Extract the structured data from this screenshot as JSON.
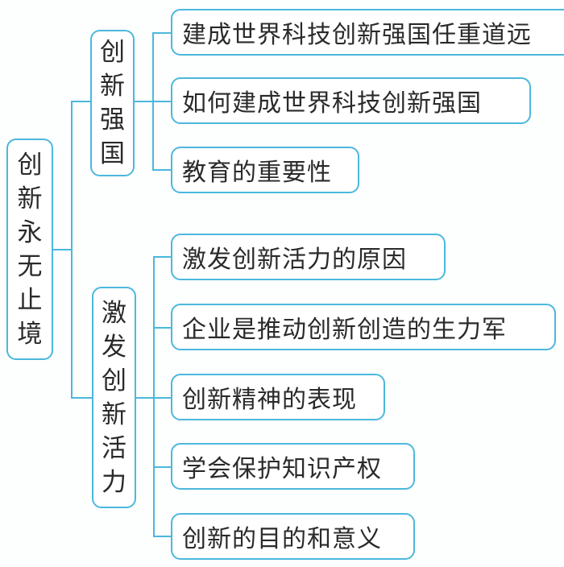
{
  "root": {
    "label": "创新永无止境",
    "chars": [
      "创",
      "新",
      "永",
      "无",
      "止",
      "境"
    ]
  },
  "branches": [
    {
      "label": "创新强国",
      "chars": [
        "创",
        "新",
        "强",
        "国"
      ],
      "leaves": [
        "建成世界科技创新强国任重道远",
        "如何建成世界科技创新强国",
        "教育的重要性"
      ]
    },
    {
      "label": "激发创新活力",
      "chars": [
        "激",
        "发",
        "创",
        "新",
        "活",
        "力"
      ],
      "leaves": [
        "激发创新活力的原因",
        "企业是推动创新创造的生力军",
        "创新精神的表现",
        "学会保护知识产权",
        "创新的目的和意义"
      ]
    }
  ],
  "colors": {
    "line": "#4bb8dc",
    "text": "#2a2a2a"
  }
}
